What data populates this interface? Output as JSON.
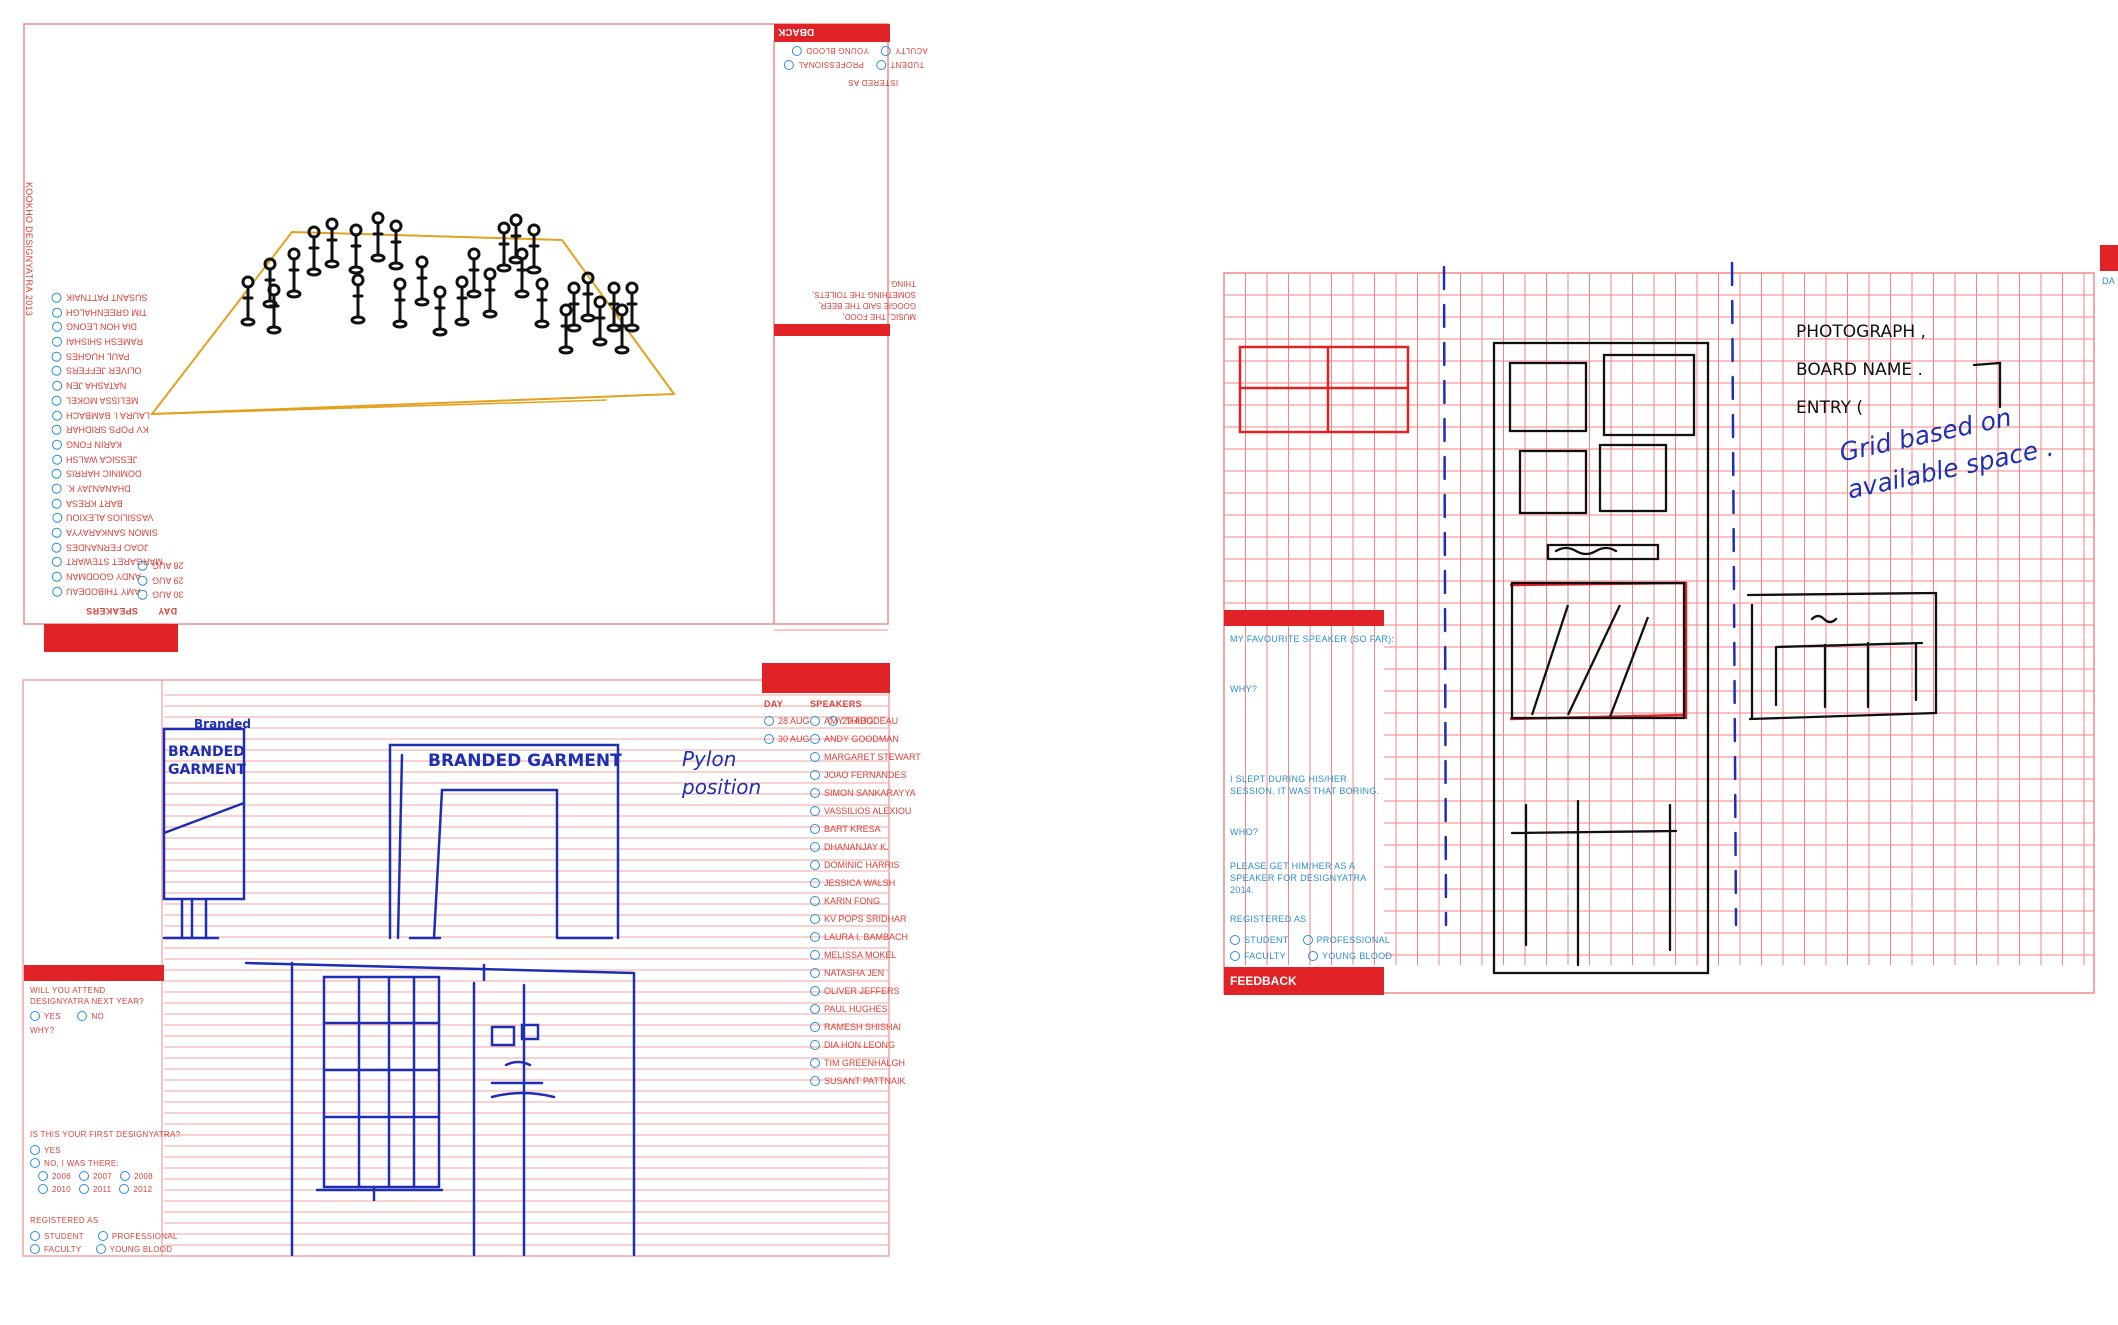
{
  "colors": {
    "form_red": "#e12227",
    "radio_blue": "#2a8fd0",
    "ink_black": "#111111",
    "ink_blue": "#1e2fb4",
    "ink_orange": "#e3a11e",
    "grid_line": "#ef8c8c"
  },
  "sheet1": {
    "top_tab": "DBACK",
    "side_header": "KOOKHO DESIGNYATRA 2013",
    "registered_as": "ISTERED AS",
    "reg_opts_row1": [
      "YOUNG BLOOD",
      "ACULTY"
    ],
    "reg_opts_row2": [
      "PROFESSIONAL",
      "TUDENT"
    ],
    "question": [
      "THING.",
      "SOMETHING THE TOILETS,",
      "GOOGIE SAID THE BEER,",
      "MUSIC, THE FOOD,"
    ],
    "day_header": "DAY",
    "speakers_header": "SPEAKERS",
    "days": [
      "28 AUG",
      "29 AUG",
      "30 AUG"
    ],
    "speakers": [
      "SUSANT PATTNAIK",
      "TIM GREENHALGH",
      "DIA HON LEONG",
      "RAMESH SHISHAI",
      "PAUL HUGHES",
      "OLIVER JEFFERS",
      "NATASHA JEN",
      "MELISSA MOKEL",
      "LAURA I. BAMBACH",
      "KV POPS SRIDHAR",
      "KARIN FONG",
      "JESSICA WALSH",
      "DOMINIC HARRIS",
      "DHANANJAY K.",
      "BART KRESA",
      "VASSILIOS ALEXIOU",
      "SIMON SANKARAYYA",
      "JOAO FERNANDES",
      "MARGARET STEWART",
      "ANDY GOODMAN",
      "AMY THIBODEAU"
    ]
  },
  "sheet2": {
    "day_header": "DAY",
    "speakers_header": "SPEAKERS",
    "days": [
      "28 AUG",
      "29 AUG",
      "30 AUG"
    ],
    "speakers": [
      "AMY THIBODEAU",
      "ANDY GOODMAN",
      "MARGARET STEWART",
      "JOAO FERNANDES",
      "SIMON SANKARAYYA",
      "VASSILIOS ALEXIOU",
      "BART KRESA",
      "DHANANJAY K.",
      "DOMINIC HARRIS",
      "JESSICA WALSH",
      "KARIN FONG",
      "KV POPS SRIDHAR",
      "LAURA I. BAMBACH",
      "MELISSA MOKEL",
      "NATASHA JEN",
      "OLIVER JEFFERS",
      "PAUL HUGHES",
      "RAMESH SHISHAI",
      "DIA HON LEONG",
      "TIM GREENHALGH",
      "SUSANT PATTNAIK"
    ],
    "attend_question": "WILL YOU ATTEND DESIGNYATRA NEXT YEAR?",
    "attend_yes": "YES",
    "attend_no": "NO",
    "why": "WHY?",
    "first_question": "IS THIS YOUR FIRST DESIGNYATRA?",
    "first_yes": "YES",
    "first_no": "NO, I WAS THERE:",
    "years_row1": [
      "2006",
      "2007",
      "2008"
    ],
    "years_row2": [
      "2010",
      "2011",
      "2012"
    ],
    "registered_as": "REGISTERED AS",
    "reg_row1": [
      "STUDENT",
      "PROFESSIONAL"
    ],
    "reg_row2": [
      "FACULTY",
      "YOUNG BLOOD"
    ],
    "sketch_label_small": "Branded",
    "sketch_label_panel": "BRANDED GARMENT",
    "sketch_label_arch": "BRANDED GARMENT",
    "sketch_note": [
      "Pylon",
      "position"
    ]
  },
  "sheet3": {
    "fav_speaker": "MY FAVOURITE SPEAKER (SO FAR):",
    "why": "WHY?",
    "slept": "I SLEPT DURING HIS/HER SESSION. IT WAS THAT BORING.",
    "who": "WHO?",
    "please_get": "PLEASE GET HIM/HER AS A SPEAKER FOR DESIGNYATRA 2014.",
    "registered_as": "REGISTERED AS",
    "reg_row1": [
      "STUDENT",
      "PROFESSIONAL"
    ],
    "reg_row2": [
      "FACULTY",
      "YOUNG BLOOD"
    ],
    "feedback": "FEEDBACK",
    "edge_label": "DA",
    "note_black": [
      "PHOTOGRAPH ,",
      "BOARD NAME .",
      "ENTRY ("
    ],
    "note_blue": [
      "Grid based on",
      "available space ."
    ]
  }
}
